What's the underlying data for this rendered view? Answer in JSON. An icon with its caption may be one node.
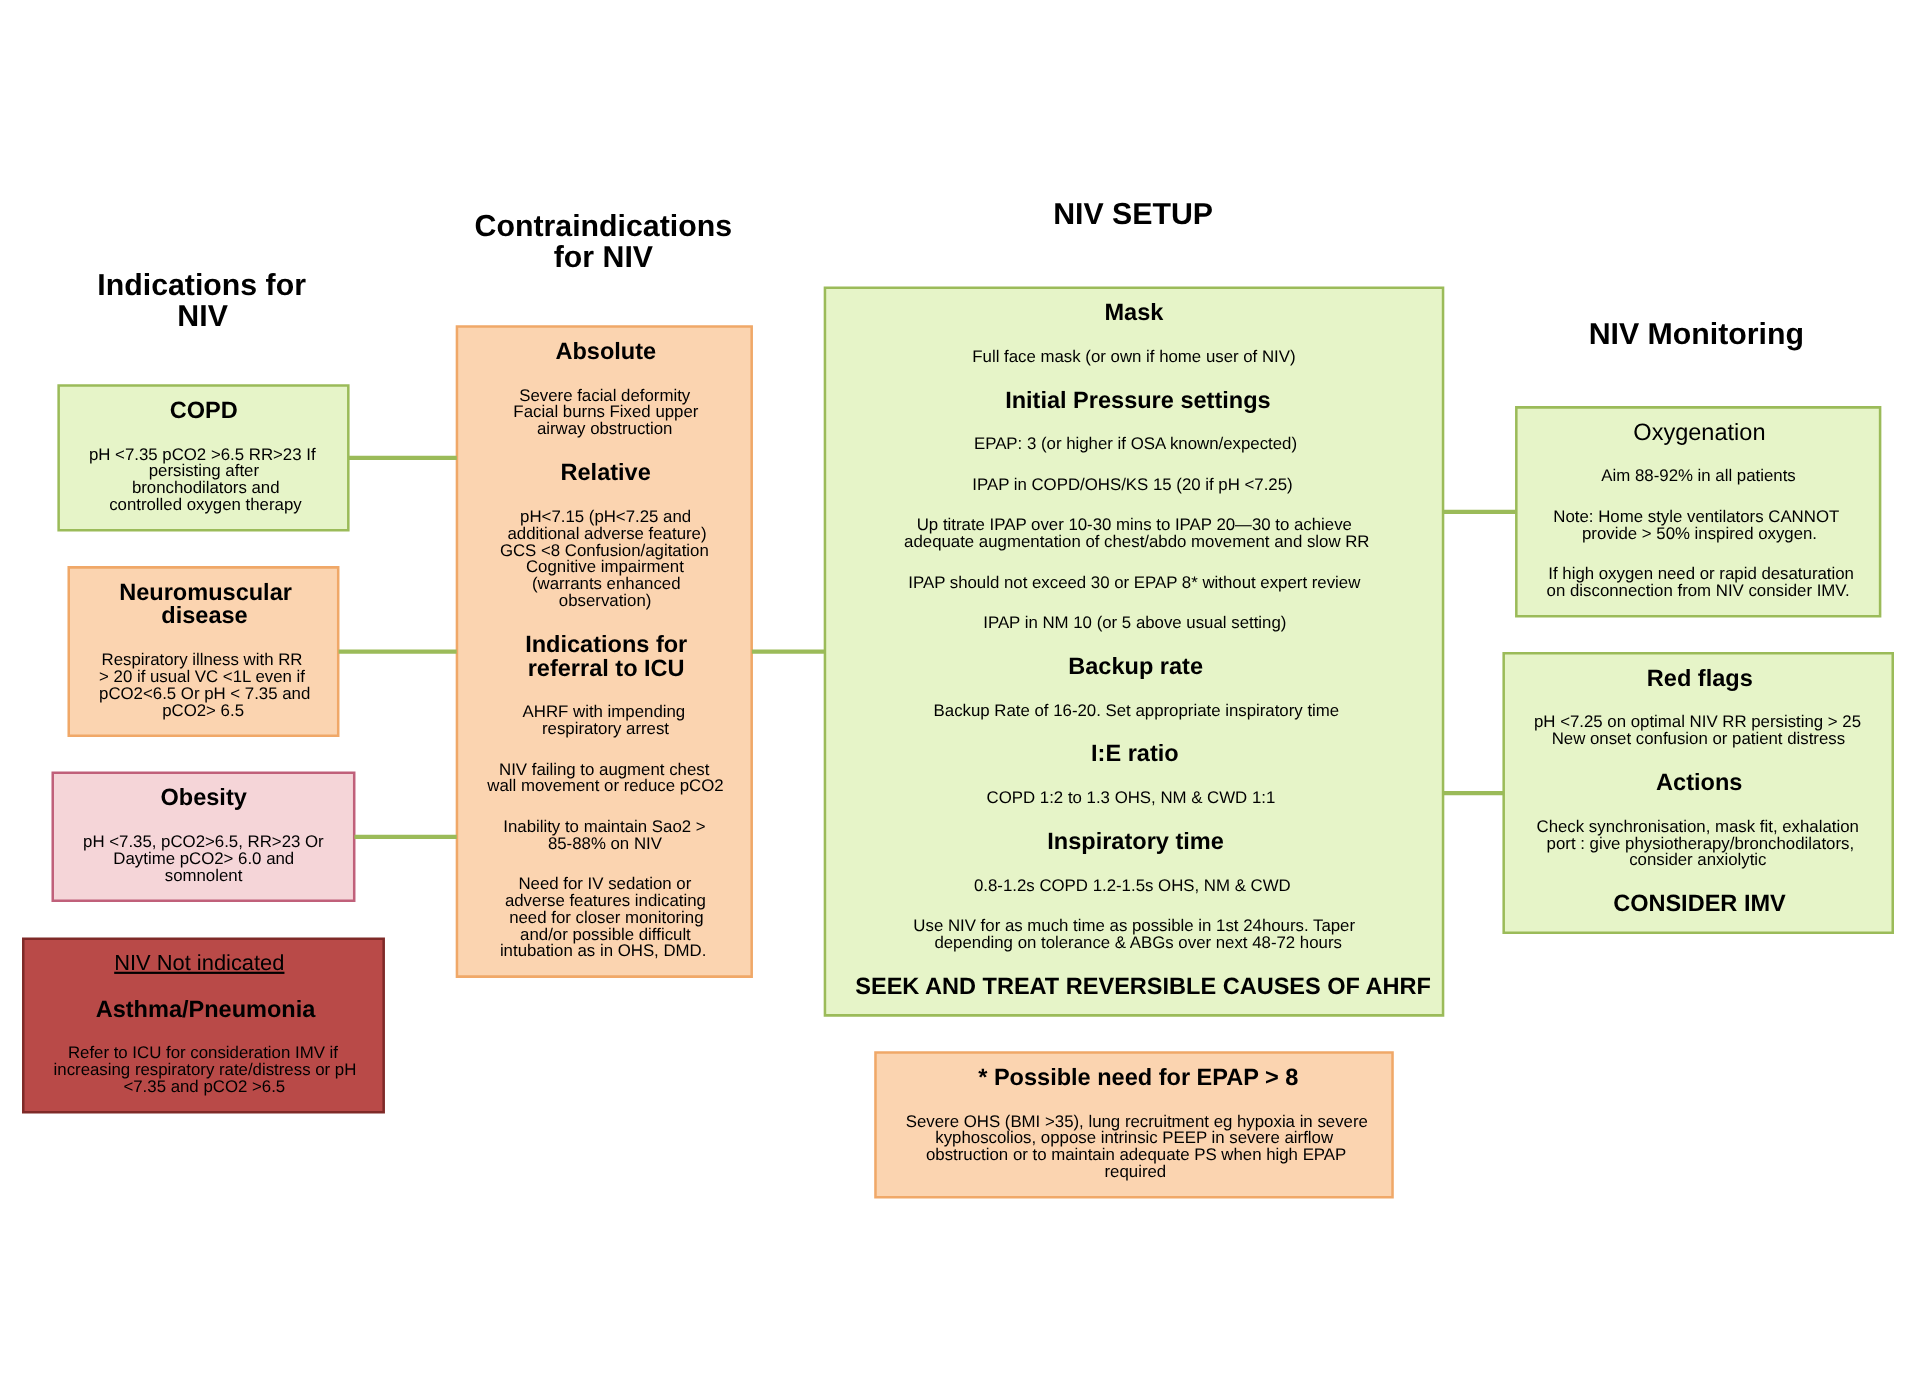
{
  "diagram": {
    "nodes": [
      {
        "text": [
          "COPD",
          "pH <7.35 pCO2 >6.5 RR>23 If persisting after bronchodilators and controlled oxygen therapy"
        ]
      },
      {
        "text": [
          "Neuromuscular disease",
          "Respiratory illness with RR > 20 if usual VC <1L even if pCO2<6.5 Or pH < 7.35 and pCO2> 6.5"
        ]
      },
      {
        "text": [
          "Obesity",
          "pH <7.35, pCO2>6.5, RR>23 Or Daytime pCO2> 6.0 and somnolent"
        ]
      },
      {
        "text": [
          "NIV Not indicated",
          "Asthma/Pneumonia",
          "Refer to ICU for consideration IMV if increasing respiratory rate/distress or pH <7.35 and pCO2 >6.5"
        ]
      },
      {
        "text": [
          "Absolute",
          "Severe facial deformity Facial burns Fixed upper airway obstruction",
          "Relative",
          "pH<7.15 (pH<7.25 and additional adverse feature) GCS <8 Confusion/agitation Cognitive impairment (warrants enhanced observation)",
          "Indications for referral to ICU",
          "AHRF with impending respiratory arrest",
          "NIV failing to augment chest wall movement or reduce pCO2",
          "Inability to maintain Sao2 > 85-88% on NIV",
          "Need for IV sedation or adverse features indicating need for closer monitoring and/or possible difficult intubation as in OHS, DMD."
        ]
      },
      {
        "text": [
          "Mask",
          "Full face mask (or own if home user of NIV)",
          "Initial Pressure settings",
          "EPAP: 3 (or higher if OSA known/expected)",
          "IPAP in COPD/OHS/KS 15 (20 if pH <7.25)",
          "Up titrate IPAP over 10-30 mins to IPAP 20—30 to achieve adequate augmentation of chest/abdo movement and slow RR",
          "IPAP should not exceed 30 or EPAP 8* without expert review",
          "IPAP in NM 10 (or 5 above usual setting)",
          "Backup rate",
          "Backup Rate of 16-20. Set appropriate inspiratory time",
          "I:E ratio",
          "COPD 1:2 to 1.3 OHS, NM & CWD 1:1",
          "Inspiratory time",
          "0.8-1.2s COPD 1.2-1.5s OHS, NM & CWD",
          "Use NIV for as much time as possible in 1st 24hours. Taper depending on tolerance & ABGs over next 48-72 hours",
          "SEEK AND TREAT REVERSIBLE CAUSES OF AHRF"
        ]
      },
      {
        "text": [
          "* Possible need for EPAP > 8",
          "Severe OHS (BMI >35), lung recruitment eg hypoxia in severe kyphoscolios, oppose intrinsic PEEP in severe airflow obstruction or to maintain adequate PS when high EPAP required"
        ]
      },
      {
        "text": [
          "Oxygenation",
          "Aim 88-92% in all patients",
          "Note: Home style ventilators CANNOT provide > 50% inspired oxygen.",
          "If high oxygen need or rapid desaturation on disconnection from NIV consider IMV."
        ]
      },
      {
        "text": [
          "Red flags",
          "pH <7.25 on optimal NIV RR persisting > 25 New onset confusion or patient distress",
          "Actions",
          "Check synchronisation, mask fit, exhalation port : give physiotherapy/bronchodilators, consider anxiolytic",
          "CONSIDER IMV"
        ]
      }
    ],
    "edges": [
      {
        "from": 0,
        "to": 4,
        "arrow": "none"
      },
      {
        "from": 1,
        "to": 4,
        "arrow": "none"
      },
      {
        "from": 2,
        "to": 4,
        "arrow": "none"
      },
      {
        "from": 4,
        "to": 5,
        "arrow": "none"
      },
      {
        "from": 5,
        "to": 7,
        "arrow": "none"
      },
      {
        "from": 5,
        "to": 8,
        "arrow": "none"
      }
    ],
    "labels": [
      "Indications for NIV",
      "Contraindications for NIV",
      "NIV SETUP",
      "NIV Monitoring"
    ]
  }
}
